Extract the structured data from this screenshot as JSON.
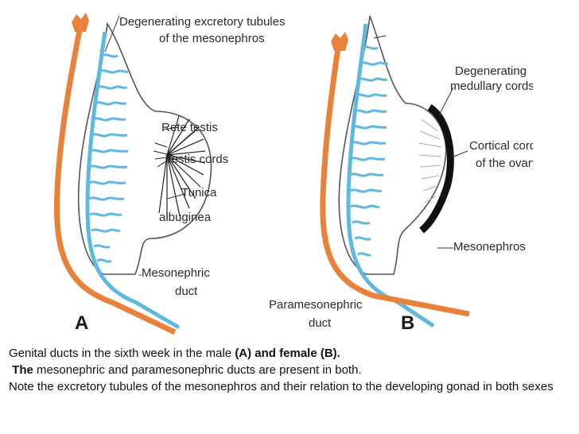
{
  "figure": {
    "colors": {
      "duct_orange": "#e8823a",
      "tubule_blue": "#5fb8e0",
      "outline": "#555555",
      "cord_black": "#111111"
    },
    "panel_a": {
      "letter": "A",
      "labels": {
        "tubules_l1": "Degenerating excretory tubules",
        "tubules_l2": "of the mesonephros",
        "rete": "Rete testis",
        "testis_cords": "Testis cords",
        "tunica_l1": "Tunica",
        "tunica_l2": "albuginea",
        "meso_duct_l1": "Mesonephric",
        "meso_duct_l2": "duct"
      }
    },
    "panel_b": {
      "letter": "B",
      "labels": {
        "medullary_l1": "Degenerating",
        "medullary_l2": "medullary cords",
        "cortical_l1": "Cortical cords",
        "cortical_l2": "of the ovary",
        "mesonephros": "Mesonephros",
        "parameso_l1": "Paramesonephric",
        "parameso_l2": "duct"
      }
    }
  },
  "caption": {
    "line1_text": "Genital ducts in the sixth week in the male ",
    "line1_bold": "(A) and female (B).",
    "line2_bold": "The",
    "line2_text": " mesonephric and paramesonephric ducts are present in both.",
    "line3_text": " Note the excretory tubules of the mesonephros and their relation to the developing gonad in both sexes"
  }
}
